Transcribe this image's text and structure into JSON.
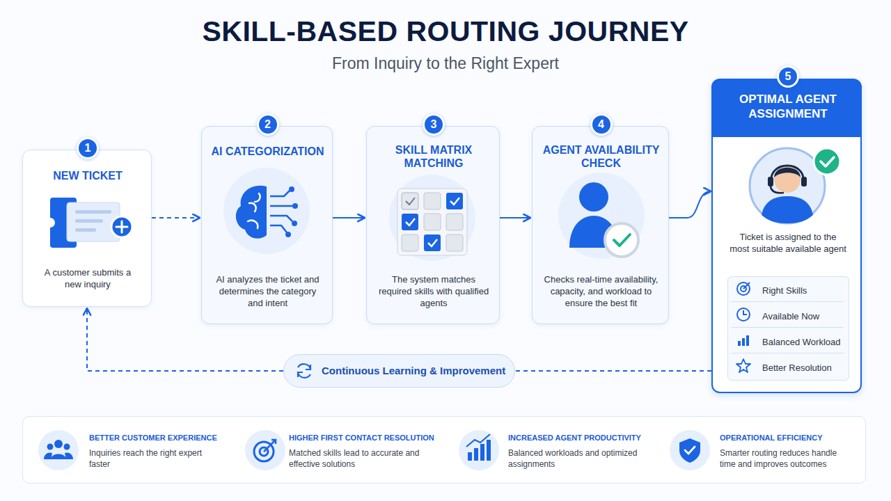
{
  "diagram": {
    "title": "SKILL-BASED ROUTING JOURNEY",
    "caption": "From Inquiry to the Right Expert",
    "nodes": [
      {
        "text": [
          "1",
          "NEW TICKET",
          "A customer submits a new inquiry"
        ]
      },
      {
        "text": [
          "2",
          "AI CATEGORIZATION",
          "AI analyzes the ticket and determines the category and intent"
        ]
      },
      {
        "text": [
          "3",
          "SKILL MATRIX MATCHING",
          "The system matches required skills with qualified agents"
        ]
      },
      {
        "text": [
          "4",
          "AGENT AVAILABILITY CHECK",
          "Checks real-time availability, capacity, and workload to ensure the best fit"
        ]
      },
      {
        "text": [
          "5",
          "OPTIMAL AGENT ASSIGNMENT",
          "Ticket is assigned to the most suitable available agent"
        ]
      },
      {
        "text": [
          "Right Skills",
          "Available Now",
          "Balanced Workload",
          "Better Resolution"
        ],
        "in": 4
      },
      {
        "text": [
          "Continuous Learning & Improvement"
        ]
      },
      {
        "text": [
          "BETTER CUSTOMER EXPERIENCE",
          "Inquiries reach the right expert faster",
          "HIGHER FIRST CONTACT RESOLUTION",
          "Matched skills lead to accurate and effective solutions",
          "INCREASED AGENT PRODUCTIVITY",
          "Balanced workloads and optimized assignments",
          "OPERATIONAL EFFICIENCY",
          "Smarter routing reduces handle time and improves outcomes"
        ]
      }
    ],
    "edges": [
      {
        "from": 0,
        "to": 1,
        "arrow": "to"
      },
      {
        "from": 1,
        "to": 2,
        "arrow": "to"
      },
      {
        "from": 2,
        "to": 3,
        "arrow": "to"
      },
      {
        "from": 3,
        "to": 4,
        "arrow": "to"
      },
      {
        "from": 4,
        "to": 6,
        "arrow": "none"
      },
      {
        "from": 6,
        "to": 0,
        "arrow": "to"
      }
    ]
  }
}
